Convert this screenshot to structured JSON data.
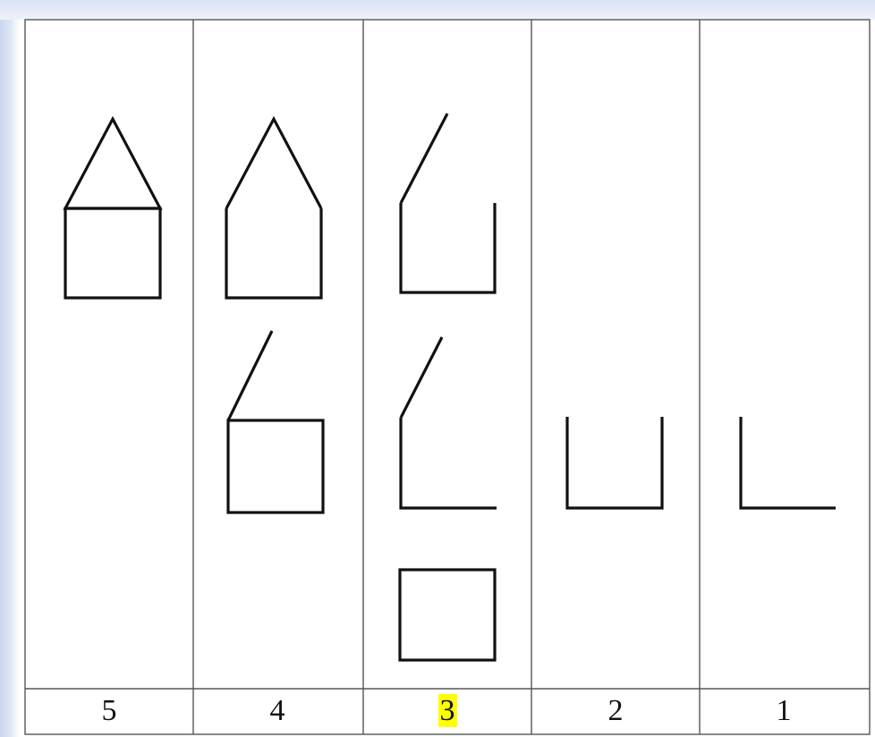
{
  "columns": [
    {
      "label": "5",
      "highlighted": false
    },
    {
      "label": "4",
      "highlighted": false
    },
    {
      "label": "3",
      "highlighted": true
    },
    {
      "label": "2",
      "highlighted": false
    },
    {
      "label": "1",
      "highlighted": false
    }
  ],
  "colors": {
    "stroke": "#111111",
    "grid": "#555555",
    "highlight": "#ffff00",
    "side_gradient": "#c7d6ef"
  }
}
